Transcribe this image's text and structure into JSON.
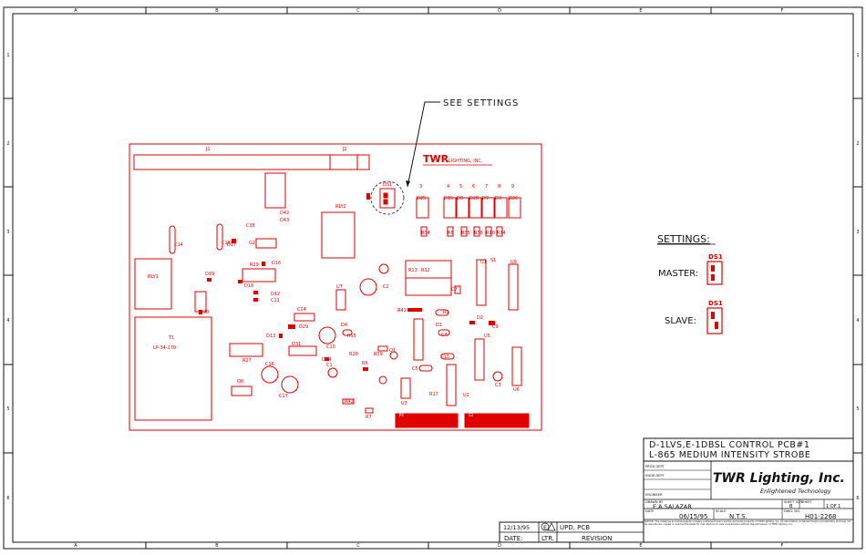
{
  "border": {
    "col_labels": [
      "A",
      "B",
      "C",
      "D",
      "E",
      "F"
    ],
    "row_labels": [
      "1",
      "2",
      "3",
      "4",
      "5",
      "6"
    ]
  },
  "callout": {
    "text": "SEE SETTINGS"
  },
  "pcb": {
    "title": "TWR",
    "title_small": "LIGHTING, INC.",
    "connectors": [
      "J1",
      "J2"
    ],
    "relays": [
      "RLY1",
      "RLY2"
    ],
    "transformer": [
      "LP-34-170",
      "T1"
    ],
    "switch": "DS1",
    "led_numbers": [
      "3",
      "4",
      "5",
      "6",
      "7",
      "8",
      "9"
    ],
    "led_labels": [
      "D25",
      "D15",
      "D8",
      "D28",
      "D7",
      "D3",
      "D26"
    ],
    "components": [
      "C14",
      "C18",
      "C38",
      "D17",
      "D42",
      "D43",
      "G2",
      "D19",
      "R29",
      "D16",
      "D18",
      "D12",
      "C11",
      "C24",
      "D29",
      "D30",
      "D13",
      "R27",
      "D31",
      "C10",
      "D14",
      "C1",
      "R15",
      "R20",
      "R39",
      "R6",
      "Q1",
      "C16",
      "Q8",
      "C17",
      "R42",
      "R7",
      "U3",
      "R17",
      "U7",
      "C2",
      "U1",
      "S1",
      "U9",
      "R41",
      "R1",
      "D1",
      "C4",
      "C13",
      "C5",
      "D2",
      "C9",
      "U5",
      "U2",
      "C3",
      "U6",
      "D4",
      "C7",
      "R34",
      "R8",
      "R35",
      "R38",
      "R10",
      "R14",
      "R13",
      "R12"
    ],
    "pads": [
      "P4",
      "S3"
    ]
  },
  "settings": {
    "heading": "SETTINGS:",
    "rows": [
      {
        "label": "MASTER:",
        "switch": "DS1"
      },
      {
        "label": "SLAVE:",
        "switch": "DS1"
      }
    ]
  },
  "title_block": {
    "line1": "D-1LVS,E-1DBSL CONTROL PCB#1",
    "line2": "L-865 MEDIUM INTENSITY STROBE",
    "prod_dept": "PROD DEPT",
    "engr_dept": "ENGR DEPT",
    "engineer": "ENGINEER",
    "company": "TWR Lighting, Inc.",
    "tagline": "Enlightened Technology",
    "drawn_by_label": "DRAWN BY",
    "drawn_by": "E.A.SALAZAR",
    "date_label": "DATE",
    "date": "06/15/95",
    "scale_label": "SCALE",
    "scale": "N.T.S.",
    "dwg_no_label": "DWG. NO.",
    "dwg_no": "H01-2268",
    "sheet_size_label": "SHEET SIZE",
    "sheet_size": "B",
    "sheet_label": "SHEET",
    "sheet": "1 OF 1",
    "fine_print": "NOTICE: The drawings and photographic images contained herein are the exclusive property of TWR Lighting, Inc. All information contained herein is proprietary and may not be reproduced, copied or used as the basis for manufacture or sale of apparatus without the permission of TWR Lighting, Inc."
  },
  "revision": {
    "date": "12/13/95",
    "ltr": "E",
    "text": "UPD. PCB",
    "date_label": "DATE:",
    "ltr_label": "LTR.",
    "rev_label": "REVISION"
  }
}
